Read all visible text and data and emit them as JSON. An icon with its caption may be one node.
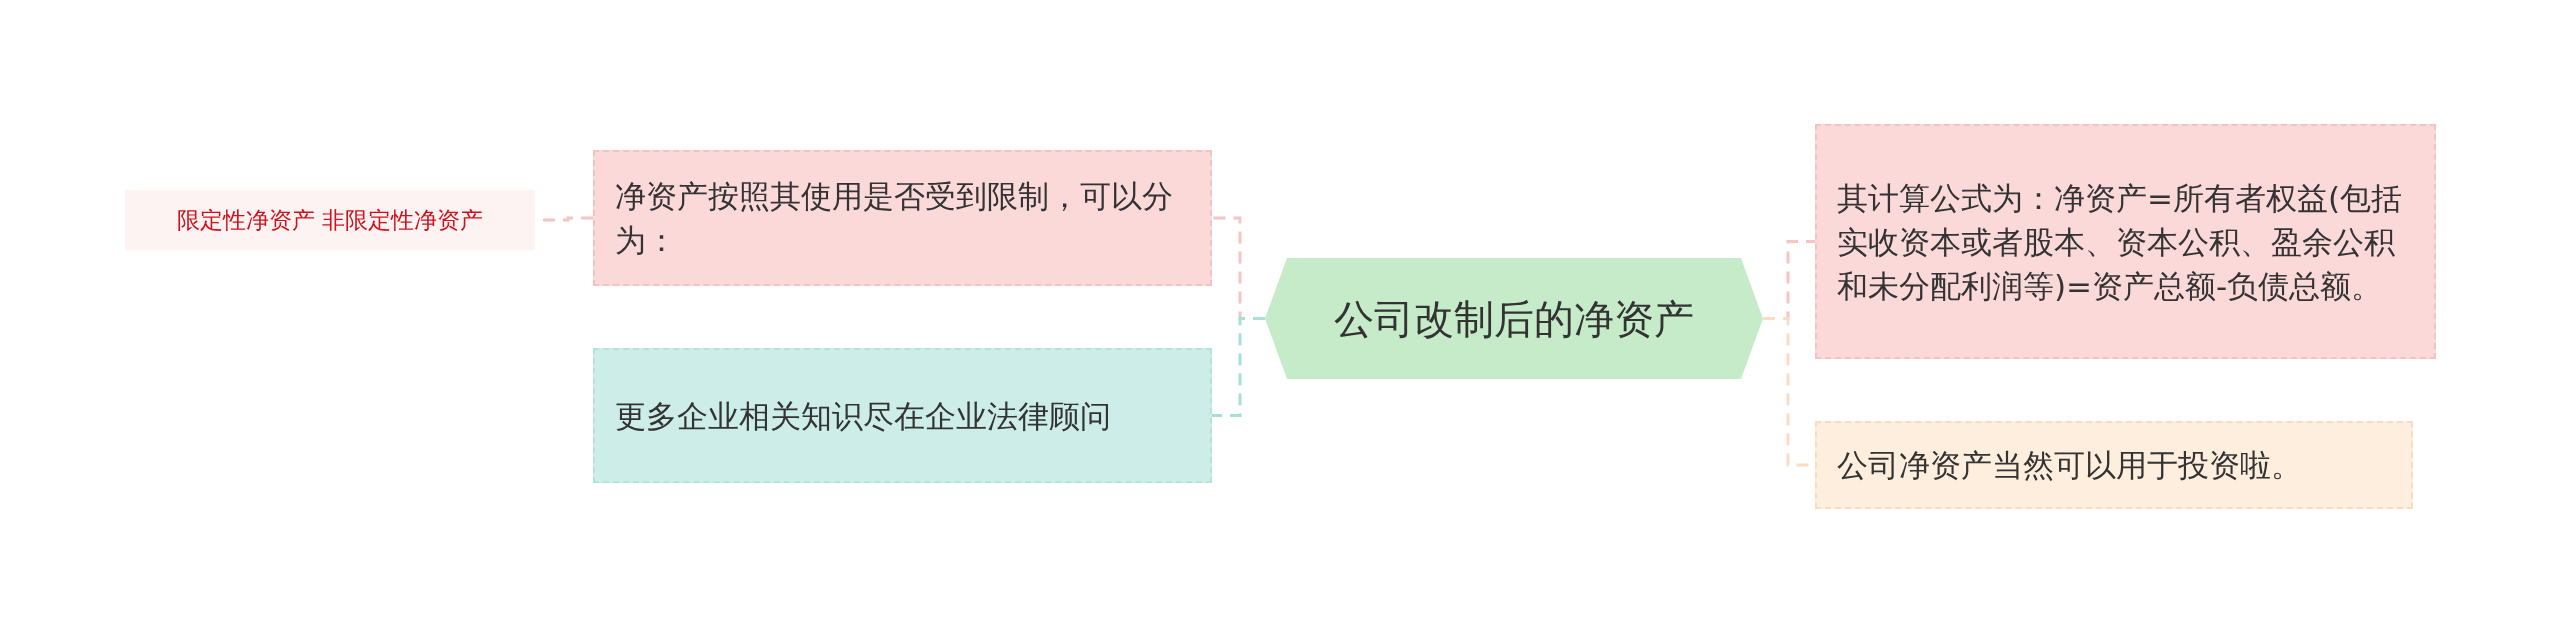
{
  "diagram": {
    "nodes": [
      {
        "text": [
          "公司改制后的净资产"
        ]
      },
      {
        "text": [
          "净资产按照其使用是否受到限制，可以分为："
        ]
      },
      {
        "text": [
          "限定性净资产 非限定性净资产"
        ]
      },
      {
        "text": [
          "更多企业相关知识尽在企业法律顾问"
        ]
      },
      {
        "text": [
          "其计算公式为：净资产=所有者权益(包括实收资本或者股本、资本公积、盈余公积和未分配利润等)=资产总额-负债总额。"
        ]
      },
      {
        "text": [
          "公司净资产当然可以用于投资啦。"
        ]
      }
    ],
    "edges": [
      {
        "from": 0,
        "to": 1,
        "arrow": "none",
        "style": "dashed",
        "color": "#f5c4c4"
      },
      {
        "from": 1,
        "to": 2,
        "arrow": "none",
        "style": "dashed",
        "color": "#f5c4c4"
      },
      {
        "from": 0,
        "to": 3,
        "arrow": "none",
        "style": "dashed",
        "color": "#a6e0d6"
      },
      {
        "from": 0,
        "to": 4,
        "arrow": "none",
        "style": "dashed",
        "color": "#f5c4c4"
      },
      {
        "from": 0,
        "to": 5,
        "arrow": "none",
        "style": "dashed",
        "color": "#fbdcc4"
      }
    ]
  }
}
